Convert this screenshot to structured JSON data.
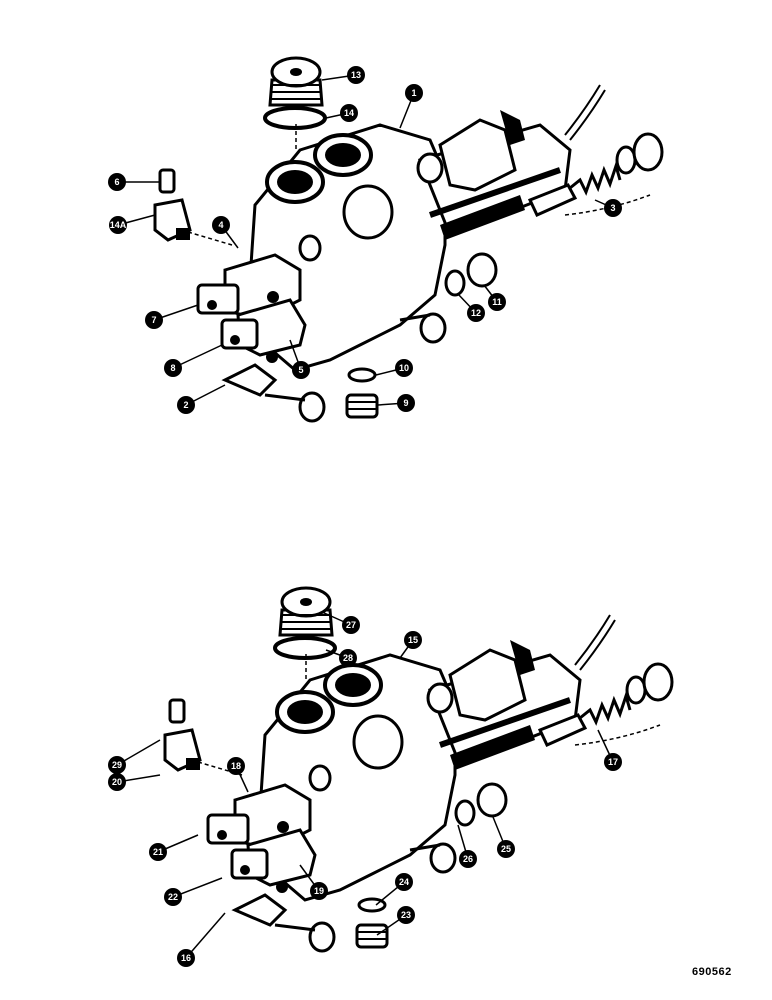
{
  "figure_code": "690562",
  "assemblies": [
    {
      "name": "upper",
      "callouts": [
        "1",
        "2",
        "3",
        "4",
        "5",
        "6",
        "7",
        "8",
        "9",
        "10",
        "11",
        "12",
        "13",
        "14",
        "14A"
      ]
    },
    {
      "name": "lower",
      "callouts": [
        "15",
        "16",
        "17",
        "18",
        "19",
        "20",
        "21",
        "22",
        "23",
        "24",
        "25",
        "26",
        "27",
        "28",
        "29"
      ]
    }
  ],
  "colors": {
    "ink": "#000000",
    "paper": "#ffffff",
    "shade": "#dddddd"
  }
}
